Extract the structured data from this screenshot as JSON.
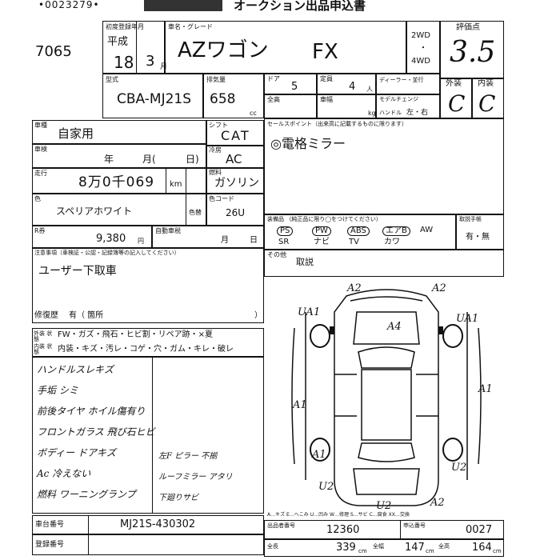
{
  "header": {
    "serial": "•0023279•",
    "title": "オークション出品申込書"
  },
  "lot_number": "7065",
  "registration": {
    "label": "初度登録年月",
    "era": "平成",
    "year": "18",
    "month": "3",
    "month_unit": "月"
  },
  "vehicle": {
    "name_label": "車名・グレード",
    "name": "AZワゴン",
    "grade": "FX",
    "drive_2wd": "2WD",
    "drive_sep": "・",
    "drive_4wd": "4WD",
    "model_label": "型式",
    "model": "CBA-MJ21S",
    "displacement_label": "排気量",
    "displacement": "658",
    "displacement_unit": "cc",
    "doors_label": "ドア",
    "doors": "5",
    "seats_label": "定員",
    "seats": "4",
    "seats_unit": "人",
    "dealer_label": "ディーラー・並行",
    "model_change_label": "モデルチェンジ",
    "height_label": "全高",
    "width_label": "車幅",
    "weight_unit": "kg",
    "steering_label": "ハンドル",
    "steering": "左・右"
  },
  "grades": {
    "score_label": "評価点",
    "score": "3.5",
    "exterior_label": "外装",
    "interior_label": "内装",
    "exterior": "C",
    "interior": "C"
  },
  "usage": {
    "label": "車種",
    "value": "自家用"
  },
  "inspection": {
    "label": "車検",
    "year_unit": "年",
    "month_unit": "月(",
    "day_unit": "日)"
  },
  "mileage": {
    "label": "走行",
    "value": "8万0千069",
    "unit": "km"
  },
  "shift": {
    "label": "シフト",
    "value": "CAT"
  },
  "ac": {
    "label": "冷房",
    "value": "AC"
  },
  "fuel": {
    "label": "燃料",
    "value": "ガソリン"
  },
  "color": {
    "label": "色",
    "value": "スペリアホワイト",
    "change_label": "色替",
    "code_label": "色コード",
    "code": "26U"
  },
  "recycle": {
    "label": "R券",
    "value": "9,380",
    "unit": "円",
    "tax_label": "自動車税",
    "month_unit": "月",
    "day_unit": "日"
  },
  "sales_point": {
    "label": "セールスポイント（出来高に記載するものに限ります）",
    "value": "◎電格ミラー"
  },
  "equipment": {
    "label": "装備品 （純正品に限り◯をつけてください）",
    "items": [
      "PS",
      "PW",
      "ABS",
      "エアB",
      "AW"
    ],
    "items2": [
      "SR",
      "ナビ",
      "TV",
      "カワ"
    ],
    "manual_label": "取説手帳",
    "manual_value": "有・無"
  },
  "notes": {
    "label": "注意事項（車検証・公認・記録簿等の記入してください）",
    "value": "ユーザー下取車",
    "repair_label": "修復歴",
    "repair_value": "有（ 箇所",
    "repair_end": "）"
  },
  "other": {
    "label": "その他",
    "value": "取説"
  },
  "damage_codes": {
    "outer_label": "外装 状態",
    "outer_line": "FW・ガズ・飛石・ヒビ割・リペア跡・×夏",
    "inner_label": "内装 状態",
    "inner_line": "内装・キズ・汚レ・コゲ・穴・ガム・キレ・破レ"
  },
  "handwritten_notes": [
    "ハンドルスレキズ",
    "手垢 シミ",
    "前後タイヤ ホイル傷有り",
    "フロントガラス 飛び石ヒビ",
    "ボディー ドアキズ",
    "Ac 冷えない",
    "燃料 ワーニングランプ",
    "左F ピラー 不揃",
    "ルーフミラー アタリ",
    "下廻りサビ"
  ],
  "diagram": {
    "marks": [
      "A2",
      "A2",
      "A4",
      "UA1",
      "A1",
      "UA1",
      "A1",
      "U2",
      "U2",
      "U2",
      "A2",
      "A1"
    ],
    "legend": "A…キズ E…へこみ U…凹み W…修理 S…サビ C…腐食 XX…交換"
  },
  "chassis": {
    "label": "車台番号",
    "value": "MJ21S-430302"
  },
  "reg_number": {
    "label": "登録番号"
  },
  "footer": {
    "seller_label": "出品者番号",
    "seller": "12360",
    "exhibit_label": "申込番号",
    "exhibit": "0027",
    "length_label": "全長",
    "length": "339",
    "length_unit": "cm",
    "width_label": "全幅",
    "width": "147",
    "width_unit": "cm",
    "height_label": "全高",
    "height": "164",
    "height_unit": "cm"
  }
}
